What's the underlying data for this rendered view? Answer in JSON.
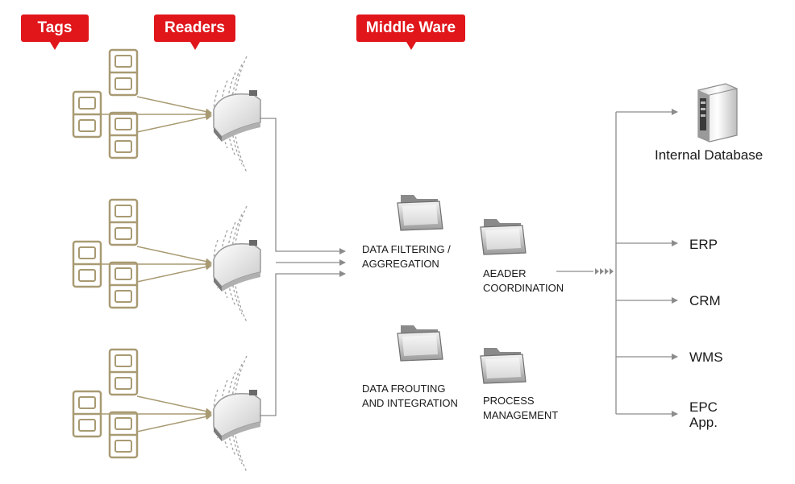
{
  "labels": {
    "tags": "Tags",
    "readers": "Readers",
    "middleware": "Middle Ware"
  },
  "modules": {
    "filtering": [
      "DATA FILTERING /",
      "AGGREGATION"
    ],
    "coordination": [
      "AEADER",
      "COORDINATION"
    ],
    "routing": [
      "DATA FROUTING",
      "AND INTEGRATION"
    ],
    "process": [
      "PROCESS",
      "MANAGEMENT"
    ]
  },
  "outputs": {
    "database": "Internal Database",
    "erp": "ERP",
    "crm": "CRM",
    "wms": "WMS",
    "epc": [
      "EPC",
      "App."
    ]
  },
  "colors": {
    "callout": "#e0161b",
    "tag": "#a89a72",
    "line": "#8c8c8c"
  }
}
